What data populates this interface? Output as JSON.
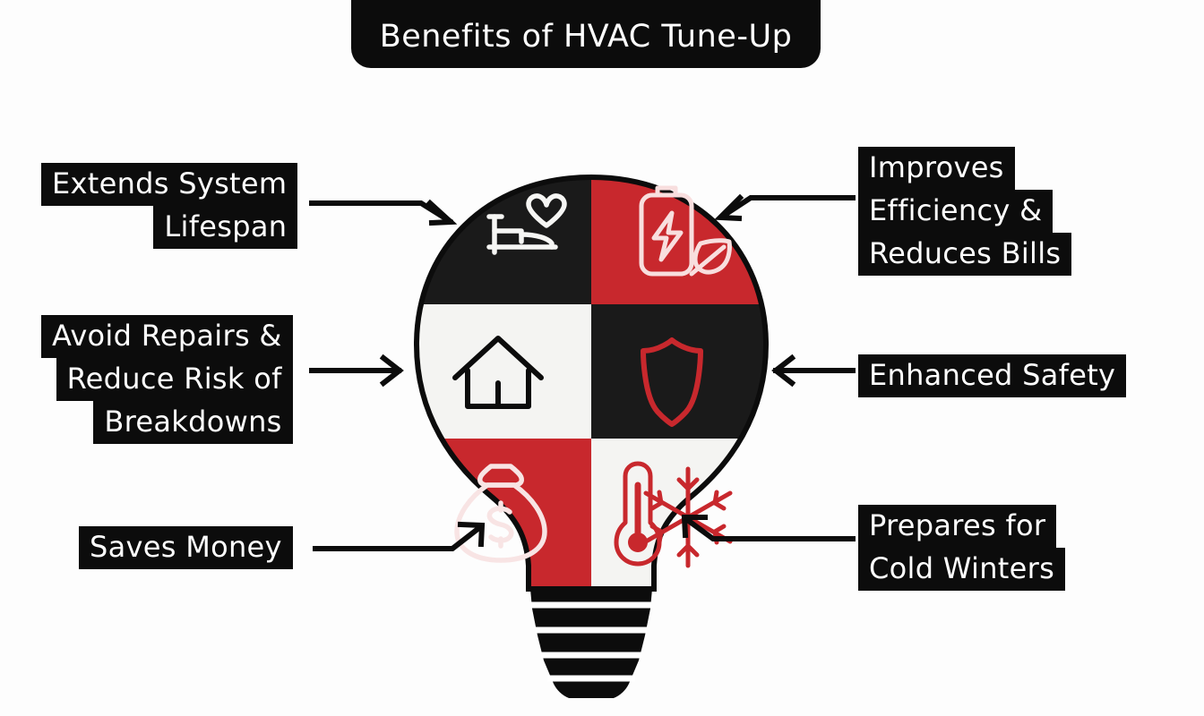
{
  "title": "Benefits of HVAC Tune-Up",
  "colors": {
    "black": "#0c0c0c",
    "red": "#c8282d",
    "white": "#f4f4f2",
    "background": "#fdfdfd"
  },
  "callouts": {
    "left": [
      {
        "id": "extends-system-lifespan",
        "lines": [
          "Extends System",
          "Lifespan"
        ],
        "arrow": "elbow-down-right",
        "target_segment": "comfort"
      },
      {
        "id": "avoid-repairs",
        "lines": [
          "Avoid Repairs &",
          "Reduce Risk of",
          "Breakdowns"
        ],
        "arrow": "straight-right",
        "target_segment": "home"
      },
      {
        "id": "saves-money",
        "lines": [
          "Saves Money"
        ],
        "arrow": "elbow-up-right",
        "target_segment": "savings"
      }
    ],
    "right": [
      {
        "id": "improves-efficiency",
        "lines": [
          "Improves",
          "Efficiency &",
          "Reduces Bills"
        ],
        "arrow": "elbow-down-left",
        "target_segment": "efficiency"
      },
      {
        "id": "enhanced-safety",
        "lines": [
          "Enhanced Safety"
        ],
        "arrow": "straight-left",
        "target_segment": "safety"
      },
      {
        "id": "prepares-cold-winters",
        "lines": [
          "Prepares for",
          "Cold Winters"
        ],
        "arrow": "elbow-up-left",
        "target_segment": "winter"
      }
    ]
  },
  "bulb": {
    "segments": [
      {
        "id": "comfort",
        "position": "top-left",
        "fill": "#0c0c0c",
        "icon": "bed-heart-icon",
        "icon_color": "#f6f6f4"
      },
      {
        "id": "efficiency",
        "position": "top-right",
        "fill": "#c8282d",
        "icon": "battery-bolt-leaf-icon",
        "icon_color": "#f8dede"
      },
      {
        "id": "home",
        "position": "middle-left",
        "fill": "#f4f4f2",
        "icon": "house-icon",
        "icon_color": "#0c0c0c"
      },
      {
        "id": "safety",
        "position": "middle-right",
        "fill": "#0c0c0c",
        "icon": "shield-icon",
        "icon_color": "#c8282d"
      },
      {
        "id": "savings",
        "position": "bottom-left",
        "fill": "#c8282d",
        "icon": "money-bag-icon",
        "icon_color": "#f8e4e4"
      },
      {
        "id": "winter",
        "position": "bottom-right",
        "fill": "#f4f4f2",
        "icon": "thermometer-snowflake-icon",
        "icon_color": "#c8282d"
      }
    ],
    "base": {
      "name": "bulb-screw-base",
      "fill": "#0c0c0c",
      "ridges": 5
    }
  }
}
